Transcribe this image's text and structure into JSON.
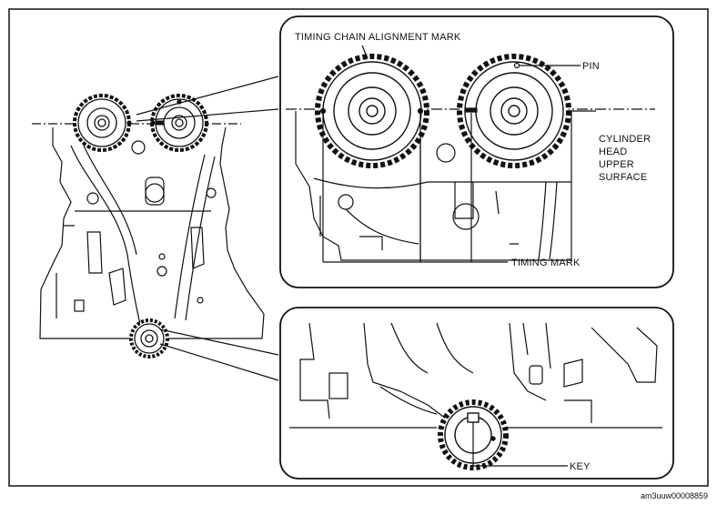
{
  "labels": {
    "timing_chain_alignment_mark": "TIMING CHAIN ALIGNMENT MARK",
    "pin": "PIN",
    "cylinder_head_upper_surface": [
      "CYLINDER",
      "HEAD",
      "UPPER",
      "SURFACE"
    ],
    "timing_mark": "TIMING MARK",
    "key": "KEY"
  },
  "figure_id": "am3uuw00008859",
  "colors": {
    "line": "#111111",
    "background": "#ffffff"
  }
}
